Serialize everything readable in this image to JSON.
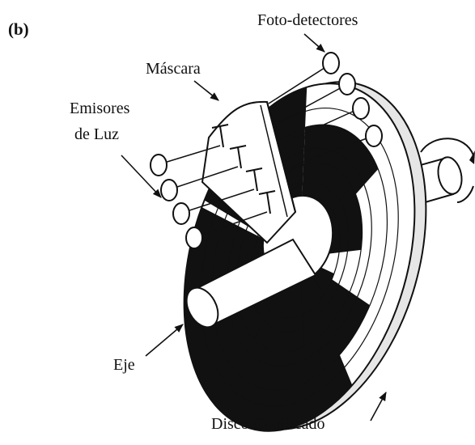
{
  "figure": {
    "subfigure_label": "(b)",
    "labels": {
      "photo_detectors": "Foto-detectores",
      "mask": "Máscara",
      "light_emitters_line1": "Emisores",
      "light_emitters_line2": "de Luz",
      "shaft": "Eje",
      "coded_disc": "Disco Codificado"
    },
    "components": {
      "emitter_count": 4,
      "detector_count": 4,
      "code_tracks": 4
    },
    "colors": {
      "ink": "#111111",
      "paper": "#ffffff",
      "disc_edge": "#e6e6e6"
    }
  }
}
